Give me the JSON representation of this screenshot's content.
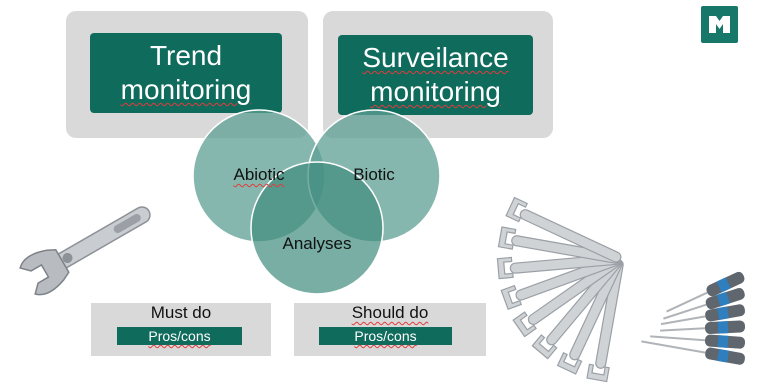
{
  "top_left_panel": {
    "title_line1": "Trend",
    "title_line2": "monitoring"
  },
  "top_right_panel": {
    "title_line1": "Surveilance",
    "title_line2": "monitoring"
  },
  "venn": {
    "abiotic": "Abiotic",
    "biotic": "Biotic",
    "analyses": "Analyses"
  },
  "bottom_left": {
    "label": "Must do",
    "proscons": "Pros/cons"
  },
  "bottom_right": {
    "label": "Should do",
    "proscons": "Pros/cons"
  },
  "icons": {
    "logo": "logo-icon",
    "wrench": "adjustable-wrench-icon",
    "spanner_set": "spanner-set-icon",
    "screwdrivers": "screwdriver-set-icon"
  },
  "colors": {
    "accent": "#0f6b5c",
    "circle": "#5e9f93",
    "panel": "#d9d9d9",
    "spellcheck": "#e23b3b"
  }
}
